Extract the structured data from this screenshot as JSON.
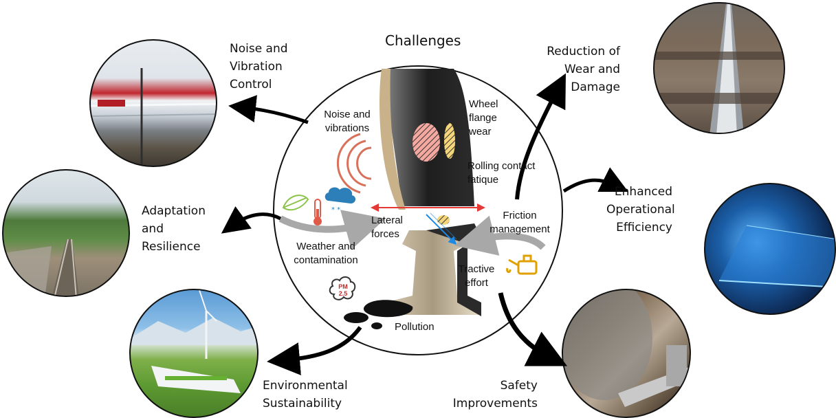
{
  "center_title": "Challenges",
  "challenges": {
    "noise": "Noise and vibrations",
    "wheel_flange": "Wheel flange wear",
    "rcf": "Rolling contact fatique",
    "lateral": "Lateral forces",
    "friction": "Friction management",
    "weather": "Weather and contamination",
    "tractive": "Tractive effort",
    "pollution": "Pollution",
    "pm_badge": "PM 2.5"
  },
  "outcomes": {
    "noise_control": "Noise and Vibration Control",
    "wear": "Reduction of Wear and Damage",
    "efficiency": "Enhanced Operational Efficiency",
    "adaptation": "Adaptation and Resilience",
    "environment": "Environmental Sustainability",
    "safety": "Safety Improvements"
  },
  "colors": {
    "arrow": "#000000",
    "lateral_force": "#e53935",
    "friction_arrow": "#1e88e5",
    "noise_waves": "#d9705a",
    "oil_can": "#e0a100",
    "leaf": "#8bc34a",
    "thermometer": "#e05a4a",
    "cloud": "#2c7fb8"
  }
}
